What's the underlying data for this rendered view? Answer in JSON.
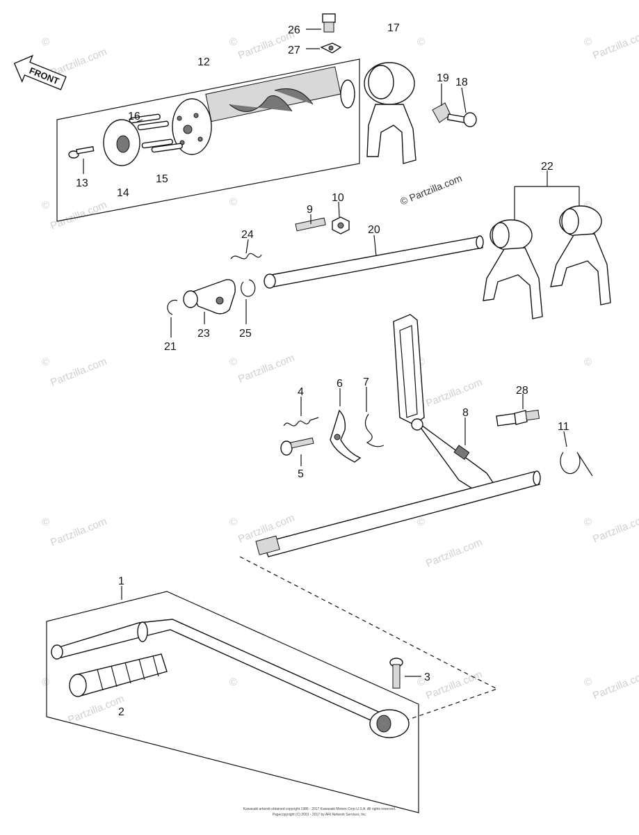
{
  "front_label": "FRONT",
  "callouts": [
    {
      "id": "c26",
      "text": "26"
    },
    {
      "id": "c17",
      "text": "17"
    },
    {
      "id": "c27",
      "text": "27"
    },
    {
      "id": "c12",
      "text": "12"
    },
    {
      "id": "c19",
      "text": "19"
    },
    {
      "id": "c18",
      "text": "18"
    },
    {
      "id": "c16",
      "text": "16"
    },
    {
      "id": "c13",
      "text": "13"
    },
    {
      "id": "c14",
      "text": "14"
    },
    {
      "id": "c15",
      "text": "15"
    },
    {
      "id": "c22",
      "text": "22"
    },
    {
      "id": "c9",
      "text": "9"
    },
    {
      "id": "c10",
      "text": "10"
    },
    {
      "id": "c20",
      "text": "20"
    },
    {
      "id": "c24",
      "text": "24"
    },
    {
      "id": "c21",
      "text": "21"
    },
    {
      "id": "c23",
      "text": "23"
    },
    {
      "id": "c25",
      "text": "25"
    },
    {
      "id": "c4",
      "text": "4"
    },
    {
      "id": "c6",
      "text": "6"
    },
    {
      "id": "c7",
      "text": "7"
    },
    {
      "id": "c8",
      "text": "8"
    },
    {
      "id": "c28",
      "text": "28"
    },
    {
      "id": "c11",
      "text": "11"
    },
    {
      "id": "c5",
      "text": "5"
    },
    {
      "id": "c1",
      "text": "1"
    },
    {
      "id": "c3",
      "text": "3"
    },
    {
      "id": "c2",
      "text": "2"
    }
  ],
  "watermark": {
    "short": "©",
    "long": "© Partzilla.com",
    "site": "Partzilla.com"
  },
  "footer": {
    "line1": "Kawasaki artwork obtained copyright 1986 - 2017 Kawasaki Motors Corp U.S.A. All rights reserved.",
    "line2": "Pagecopyright (C) 2001 - 2017 by ARI Network Services, Inc."
  }
}
